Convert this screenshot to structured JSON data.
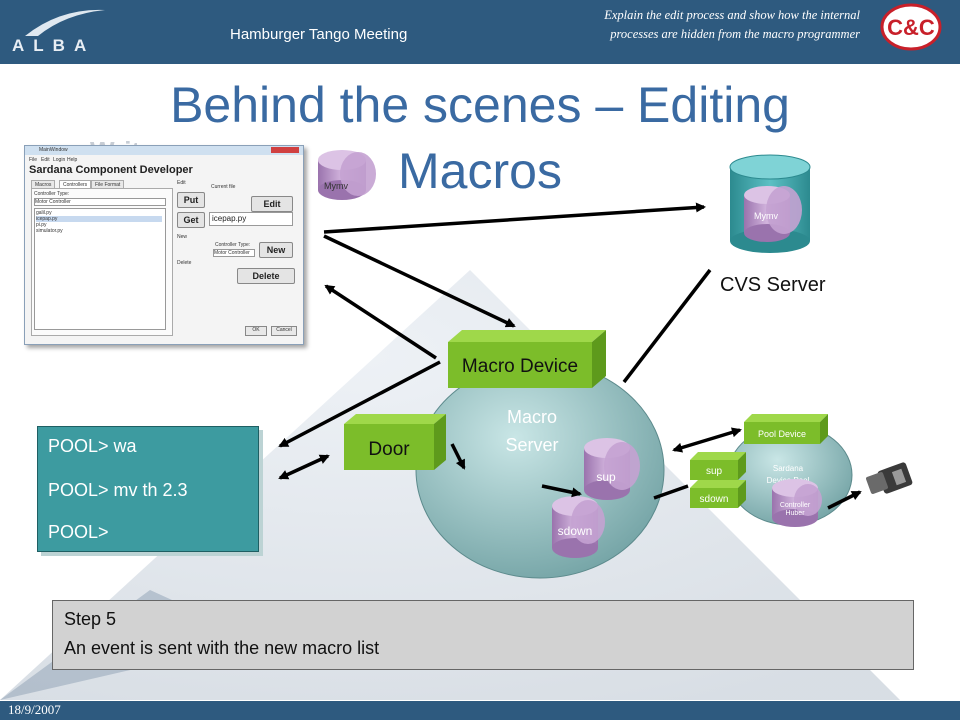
{
  "header": {
    "logo": "ALBA",
    "meeting": "Hamburger Tango Meeting",
    "note": "Explain the edit process and show how the internal processes are hidden from the macro programmer",
    "partner_logo": "C&C"
  },
  "title": "Behind the scenes – Editing Macros",
  "background_text": "Write a macro",
  "screenshot": {
    "window_title": "MainWindow",
    "menu": [
      "File",
      "Edit",
      "Login",
      "Help"
    ],
    "app_title": "Sardana Component Developer",
    "tabs": [
      "Macros",
      "Controllers",
      "File Format"
    ],
    "controller_type_label": "Controller Type:",
    "controller_type_value": "Motor Controller",
    "files": [
      "galil.py",
      "icepap.py",
      "pi.py",
      "simulator.py"
    ],
    "edit_label": "Edit",
    "current_file_label": "Current file",
    "put": "Put",
    "get": "Get",
    "edit": "Edit",
    "file": "icepap.py",
    "new_label": "New",
    "new_type_value": "Motor Controller",
    "new": "New",
    "delete_label": "Delete",
    "delete": "Delete",
    "ok": "OK",
    "cancel": "Cancel"
  },
  "diagram": {
    "mymv_floating": "Mymv",
    "mymv_cvs": "Mymv",
    "cvs_label": "CVS Server",
    "macro_device": "Macro Device",
    "macro_server": "Macro Server",
    "door": "Door",
    "sup": "sup",
    "sdown": "sdown",
    "pool_device": "Pool Device",
    "pool_sup": "sup",
    "pool_sdown": "sdown",
    "sardana_pool": "Sardana Device Pool",
    "controller": "Controller Huber"
  },
  "console": [
    "POOL> wa",
    "POOL> mv th 2.3",
    "POOL>"
  ],
  "step": {
    "title": "Step 5",
    "text": "An event is sent with the new macro list"
  },
  "footer": {
    "date": "18/9/2007"
  },
  "colors": {
    "header": "#2e5a7f",
    "title": "#3a6aa2",
    "device_green": "#7cbd2a",
    "teal": "#3d9ba0",
    "macro_purple": "#b48cc4"
  }
}
